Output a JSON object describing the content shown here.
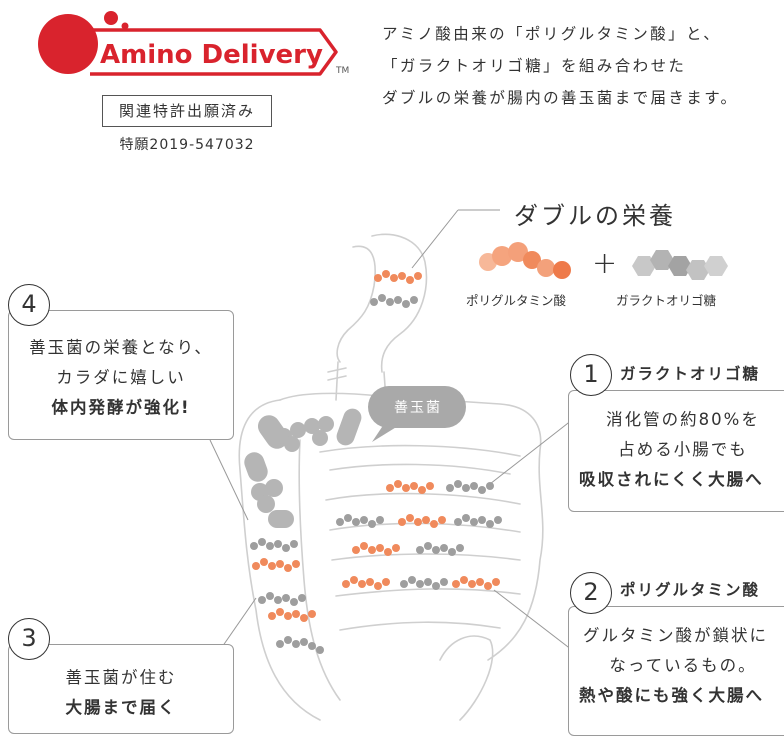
{
  "logo": {
    "brand": "Amino Delivery",
    "tm": "TM",
    "color": "#d9232d"
  },
  "patent": {
    "status": "関連特許出願済み",
    "number": "特願2019-547032"
  },
  "intro": {
    "lines": [
      "アミノ酸由来の「ポリグルタミン酸」と、",
      "「ガラクトオリゴ糖」を組み合わせた",
      "ダブルの栄養が腸内の善玉菌まで届きます。"
    ]
  },
  "double_nutrition": {
    "title": "ダブルの栄養",
    "plus": "+",
    "items": [
      {
        "label": "ポリグルタミン酸",
        "color": "#f08a5c"
      },
      {
        "label": "ガラクトオリゴ糖",
        "color": "#9e9e9e"
      }
    ]
  },
  "bubble": {
    "label": "善玉菌"
  },
  "callouts": [
    {
      "number": "1",
      "heading": "ガラクトオリゴ糖",
      "lines": [
        "消化管の約80%を",
        "占める小腸でも"
      ],
      "strong": "吸収されにくく大腸へ"
    },
    {
      "number": "2",
      "heading": "ポリグルタミン酸",
      "lines": [
        "グルタミン酸が鎖状に",
        "なっているもの。"
      ],
      "strong": "熱や酸にも強く大腸へ"
    },
    {
      "number": "3",
      "lines": [
        "善玉菌が住む"
      ],
      "strong": "大腸まで届く"
    },
    {
      "number": "4",
      "lines": [
        "善玉菌の栄養となり、",
        "カラダに嬉しい"
      ],
      "strong": "体内発酵が強化!"
    }
  ],
  "colors": {
    "orange": "#f08a5c",
    "gray": "#9e9e9e",
    "outline": "#cfcfcf",
    "bacteria": "#b5b5b5"
  }
}
